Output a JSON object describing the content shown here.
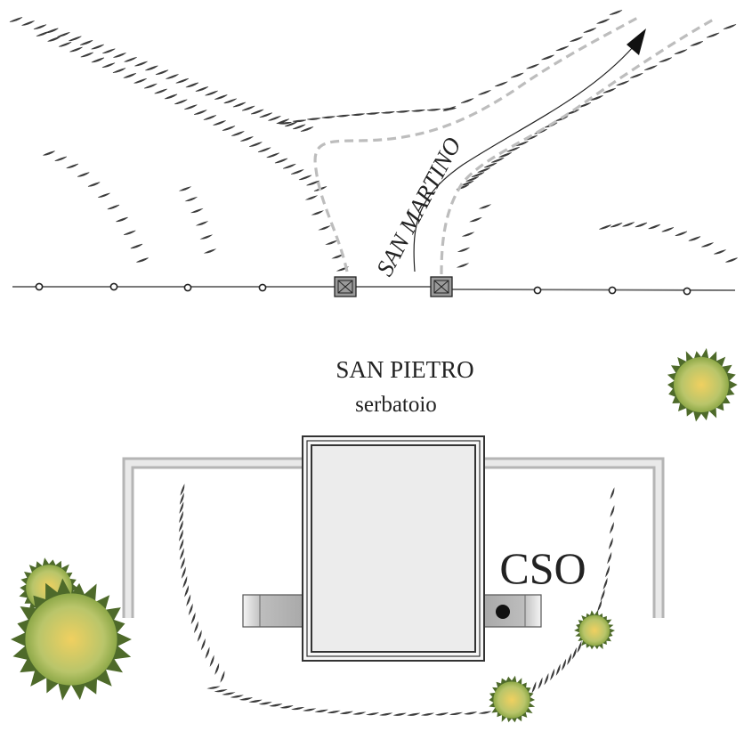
{
  "labels": {
    "road_name": "SAN MARTINO",
    "reservoir_name": "SAN PIETRO",
    "reservoir_type": "serbatoio",
    "outfall_code": "CSO"
  },
  "colors": {
    "hachure": "#3a3a3a",
    "dashed_path": "#bdbdbd",
    "wall": "#b5b5b5",
    "reservoir_fill": "#ececec",
    "reservoir_stroke": "#333333",
    "foliage_center": "#f0d060",
    "foliage_edge": "#7e9e3c",
    "foliage_dark": "#4e6a2a"
  },
  "icons": {
    "direction_arrow": "arrow-icon",
    "manhole": "manhole-icon",
    "outfall": "outfall-icon",
    "tree": "tree-icon"
  }
}
